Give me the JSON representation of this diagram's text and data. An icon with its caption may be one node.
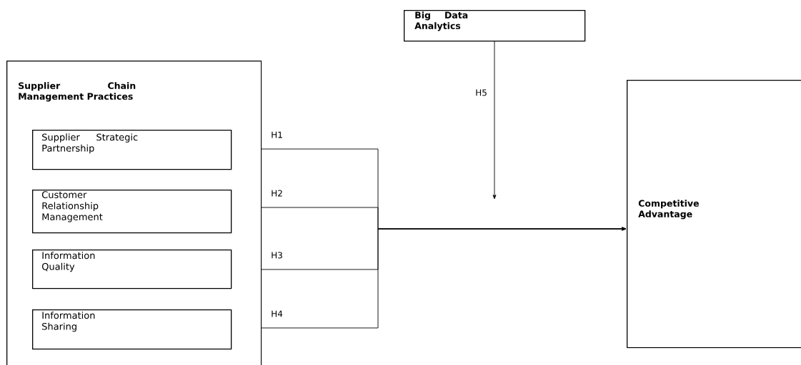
{
  "diagram": {
    "nodes": [
      {
        "text": [
          "Supplier Chain Management Practices"
        ]
      },
      {
        "text": [
          "Supplier Strategic Partnership"
        ],
        "in": 0
      },
      {
        "text": [
          "Customer Relationship Management"
        ],
        "in": 0
      },
      {
        "text": [
          "Information Quality"
        ],
        "in": 0
      },
      {
        "text": [
          "Information Sharing"
        ],
        "in": 0
      },
      {
        "text": [
          "Big Data Analytics"
        ]
      },
      {
        "text": [
          "Competitive Advantage"
        ]
      }
    ],
    "edges": [
      {
        "from": 1,
        "to": 6,
        "arrow": "to",
        "label": "H1"
      },
      {
        "from": 2,
        "to": 6,
        "arrow": "to",
        "label": "H2"
      },
      {
        "from": 3,
        "to": 6,
        "arrow": "to",
        "label": "H3"
      },
      {
        "from": 4,
        "to": 6,
        "arrow": "to",
        "label": "H4"
      },
      {
        "from": 5,
        "to": null,
        "arrow": "to",
        "label": "H5"
      }
    ]
  }
}
